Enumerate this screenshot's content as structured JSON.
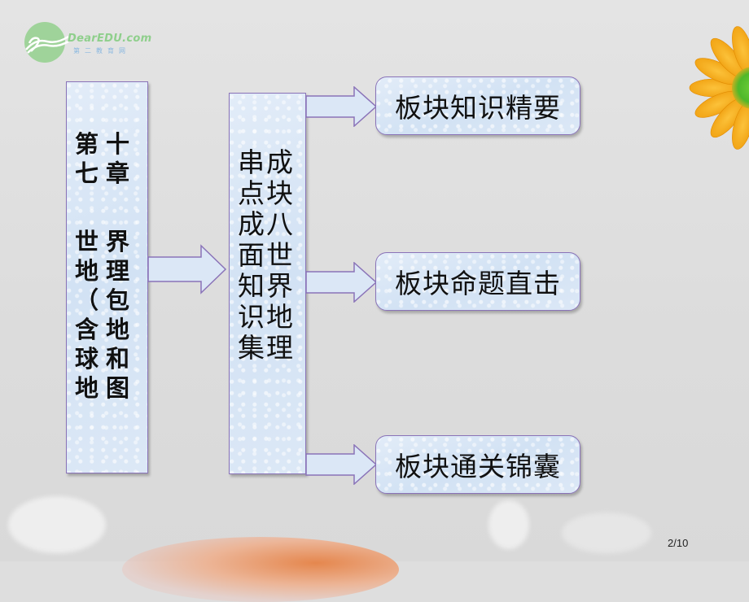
{
  "logo": {
    "brand": "DearEDU.com",
    "subtitle": "第二教育网",
    "color": "#8fcf8c"
  },
  "chapter_box": {
    "left_column": [
      "第",
      "七",
      "",
      "世",
      "地",
      "（",
      "含",
      "球",
      "地"
    ],
    "right_column": [
      "十",
      "章",
      "",
      "界",
      "理",
      "包",
      "地",
      "和",
      "图"
    ],
    "full_text": "第十七章 世界地理（包含地球和地图）"
  },
  "summary_box": {
    "left_column": [
      "串",
      "点",
      "成",
      "面",
      "知",
      "识",
      "集"
    ],
    "right_column": [
      "成",
      "块",
      "八",
      "世",
      "界",
      "地",
      "理"
    ],
    "full_text": "串点成面知识集 成块八世界地理"
  },
  "sections": [
    {
      "label": "板块知识精要"
    },
    {
      "label": "板块命题直击"
    },
    {
      "label": "板块通关锦囊"
    }
  ],
  "colors": {
    "box_border": "#8a73b8",
    "box_fill": "#d8e6f6",
    "background": "#dedede",
    "flower": "#f5a81a"
  },
  "page_indicator": "2/10"
}
